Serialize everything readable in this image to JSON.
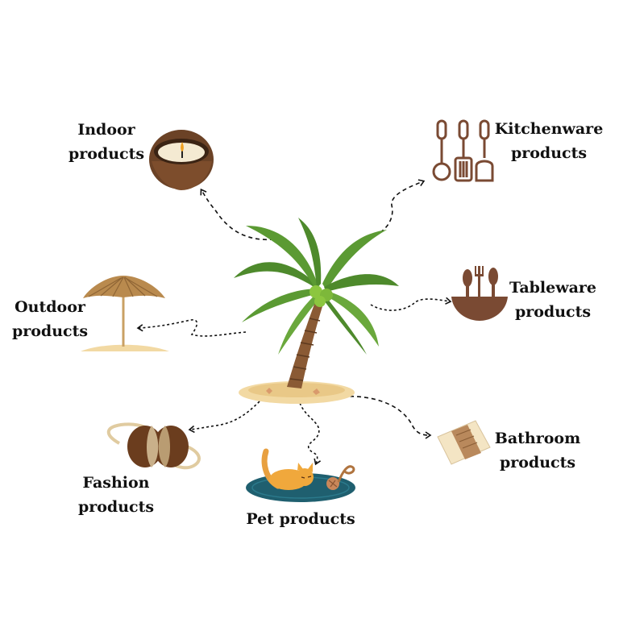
{
  "categories": [
    {
      "id": "indoor",
      "line1": "Indoor",
      "line2": "products",
      "icon": "coconut-candle-icon"
    },
    {
      "id": "kitchenware",
      "line1": "Kitchenware",
      "line2": "products",
      "icon": "kitchen-utensils-icon"
    },
    {
      "id": "tableware",
      "line1": "Tableware",
      "line2": "products",
      "icon": "bowl-cutlery-icon"
    },
    {
      "id": "outdoor",
      "line1": "Outdoor",
      "line2": "products",
      "icon": "beach-umbrella-icon"
    },
    {
      "id": "bathroom",
      "line1": "Bathroom",
      "line2": "products",
      "icon": "soap-bar-icon"
    },
    {
      "id": "fashion",
      "line1": "Fashion",
      "line2": "products",
      "icon": "coconut-bag-icon"
    },
    {
      "id": "pet",
      "line1": "Pet products",
      "line2": "",
      "icon": "cat-toy-icon"
    }
  ],
  "center_icon": "palm-tree-island-icon",
  "colors": {
    "brown": "#7a4a33",
    "leaf": "#4e8a2c",
    "sand": "#f2d9a3",
    "teal": "#1f5f6f",
    "text": "#111111"
  }
}
